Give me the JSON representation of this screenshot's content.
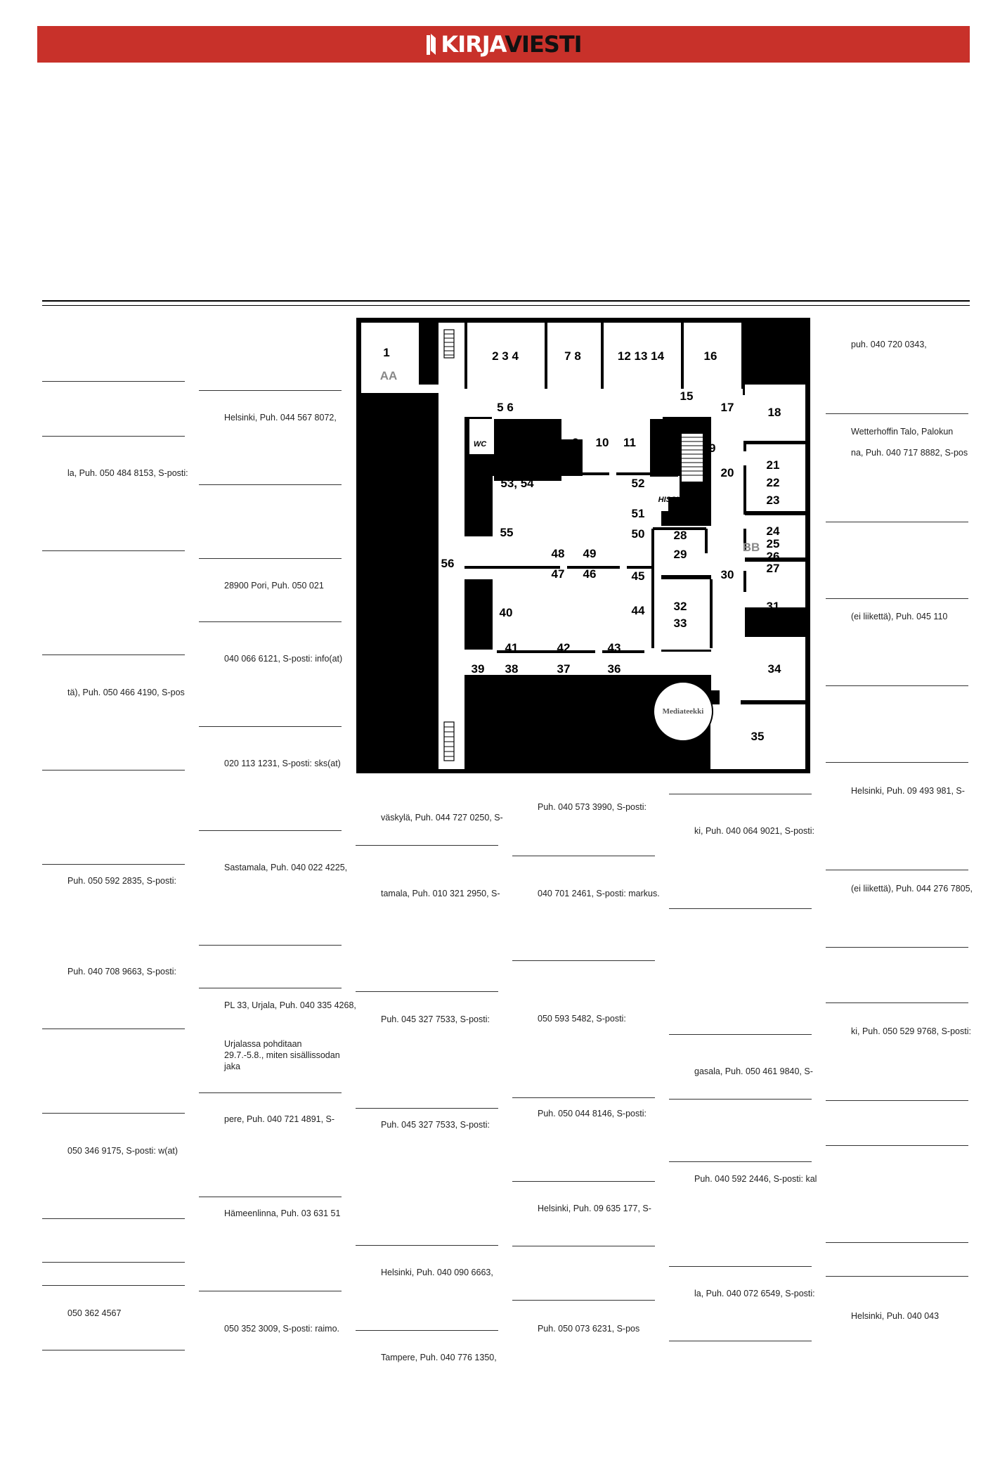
{
  "header": {
    "logo_part1": "KIRJA",
    "logo_part2": "VIESTI",
    "brand_color": "#c8312a"
  },
  "columns": [
    {
      "texts": [
        "la, Puh. 050 484 8153, S-posti:",
        "tä), Puh. 050 466 4190, S-pos",
        "Puh. 050 592 2835, S-posti:",
        "Puh. 040 708 9663, S-posti:",
        "050 346 9175, S-posti: w(at)",
        "050 362 4567"
      ]
    },
    {
      "texts": [
        "Helsinki, Puh. 044 567 8072,",
        "28900 Pori, Puh. 050 021",
        "040 066 6121, S-posti: info(at)",
        "020 113 1231, S-posti: sks(at)",
        "Sastamala, Puh. 040 022 4225,",
        "PL 33, Urjala, Puh. 040 335 4268,",
        "Urjalassa pohditaan 29.7.-5.8., miten sisällissodan jaka",
        "pere, Puh. 040 721 4891, S-",
        "Hämeenlinna, Puh. 03 631 51",
        "050 352 3009, S-posti: raimo."
      ]
    },
    {
      "texts": [
        "väskylä, Puh. 044 727 0250, S-",
        "tamala, Puh. 010 321 2950, S-",
        "Puh. 045 327 7533, S-posti:",
        "Puh. 045 327 7533, S-posti:",
        "Helsinki, Puh. 040 090 6663,",
        "Tampere, Puh. 040 776 1350,"
      ]
    },
    {
      "texts": [
        "Puh. 040 573 3990, S-posti:",
        "040 701 2461, S-posti: markus.",
        "050 593 5482, S-posti:",
        "Puh. 050 044 8146, S-posti:",
        "Helsinki, Puh. 09 635 177, S-",
        "Puh. 050 073 6231, S-pos"
      ]
    },
    {
      "texts": [
        "ki, Puh. 040 064 9021, S-posti:",
        "gasala, Puh. 050 461 9840, S-",
        "Puh. 040 592 2446, S-posti: kal",
        "la, Puh. 040 072 6549, S-posti:"
      ]
    },
    {
      "texts": [
        "puh. 040 720 0343,",
        "Wetterhoffin Talo, Palokun",
        "na, Puh. 040 717 8882, S-pos",
        "(ei liikettä), Puh. 045 110",
        "Helsinki, Puh. 09 493 981, S-",
        "(ei liikettä), Puh. 044 276 7805,",
        "ki, Puh. 050 529 9768, S-posti:",
        "Helsinki, Puh. 040 043"
      ]
    }
  ],
  "floor_plan": {
    "room_labels": [
      "1",
      "AA",
      "2 3 4",
      "7 8",
      "12 13 14",
      "16",
      "15",
      "17",
      "5 6",
      "18",
      "WC",
      "9",
      "10",
      "11",
      "19",
      "20",
      "21",
      "22",
      "23",
      "53, 54",
      "52",
      "HISSI",
      "51",
      "55",
      "28",
      "29",
      "50",
      "24",
      "25",
      "26",
      "27",
      "BB",
      "56",
      "48",
      "49",
      "47",
      "46",
      "45",
      "30",
      "32",
      "33",
      "31",
      "40",
      "44",
      "41",
      "42",
      "43",
      "39",
      "38",
      "37",
      "36",
      "34",
      "Mediateekki",
      "35"
    ]
  }
}
